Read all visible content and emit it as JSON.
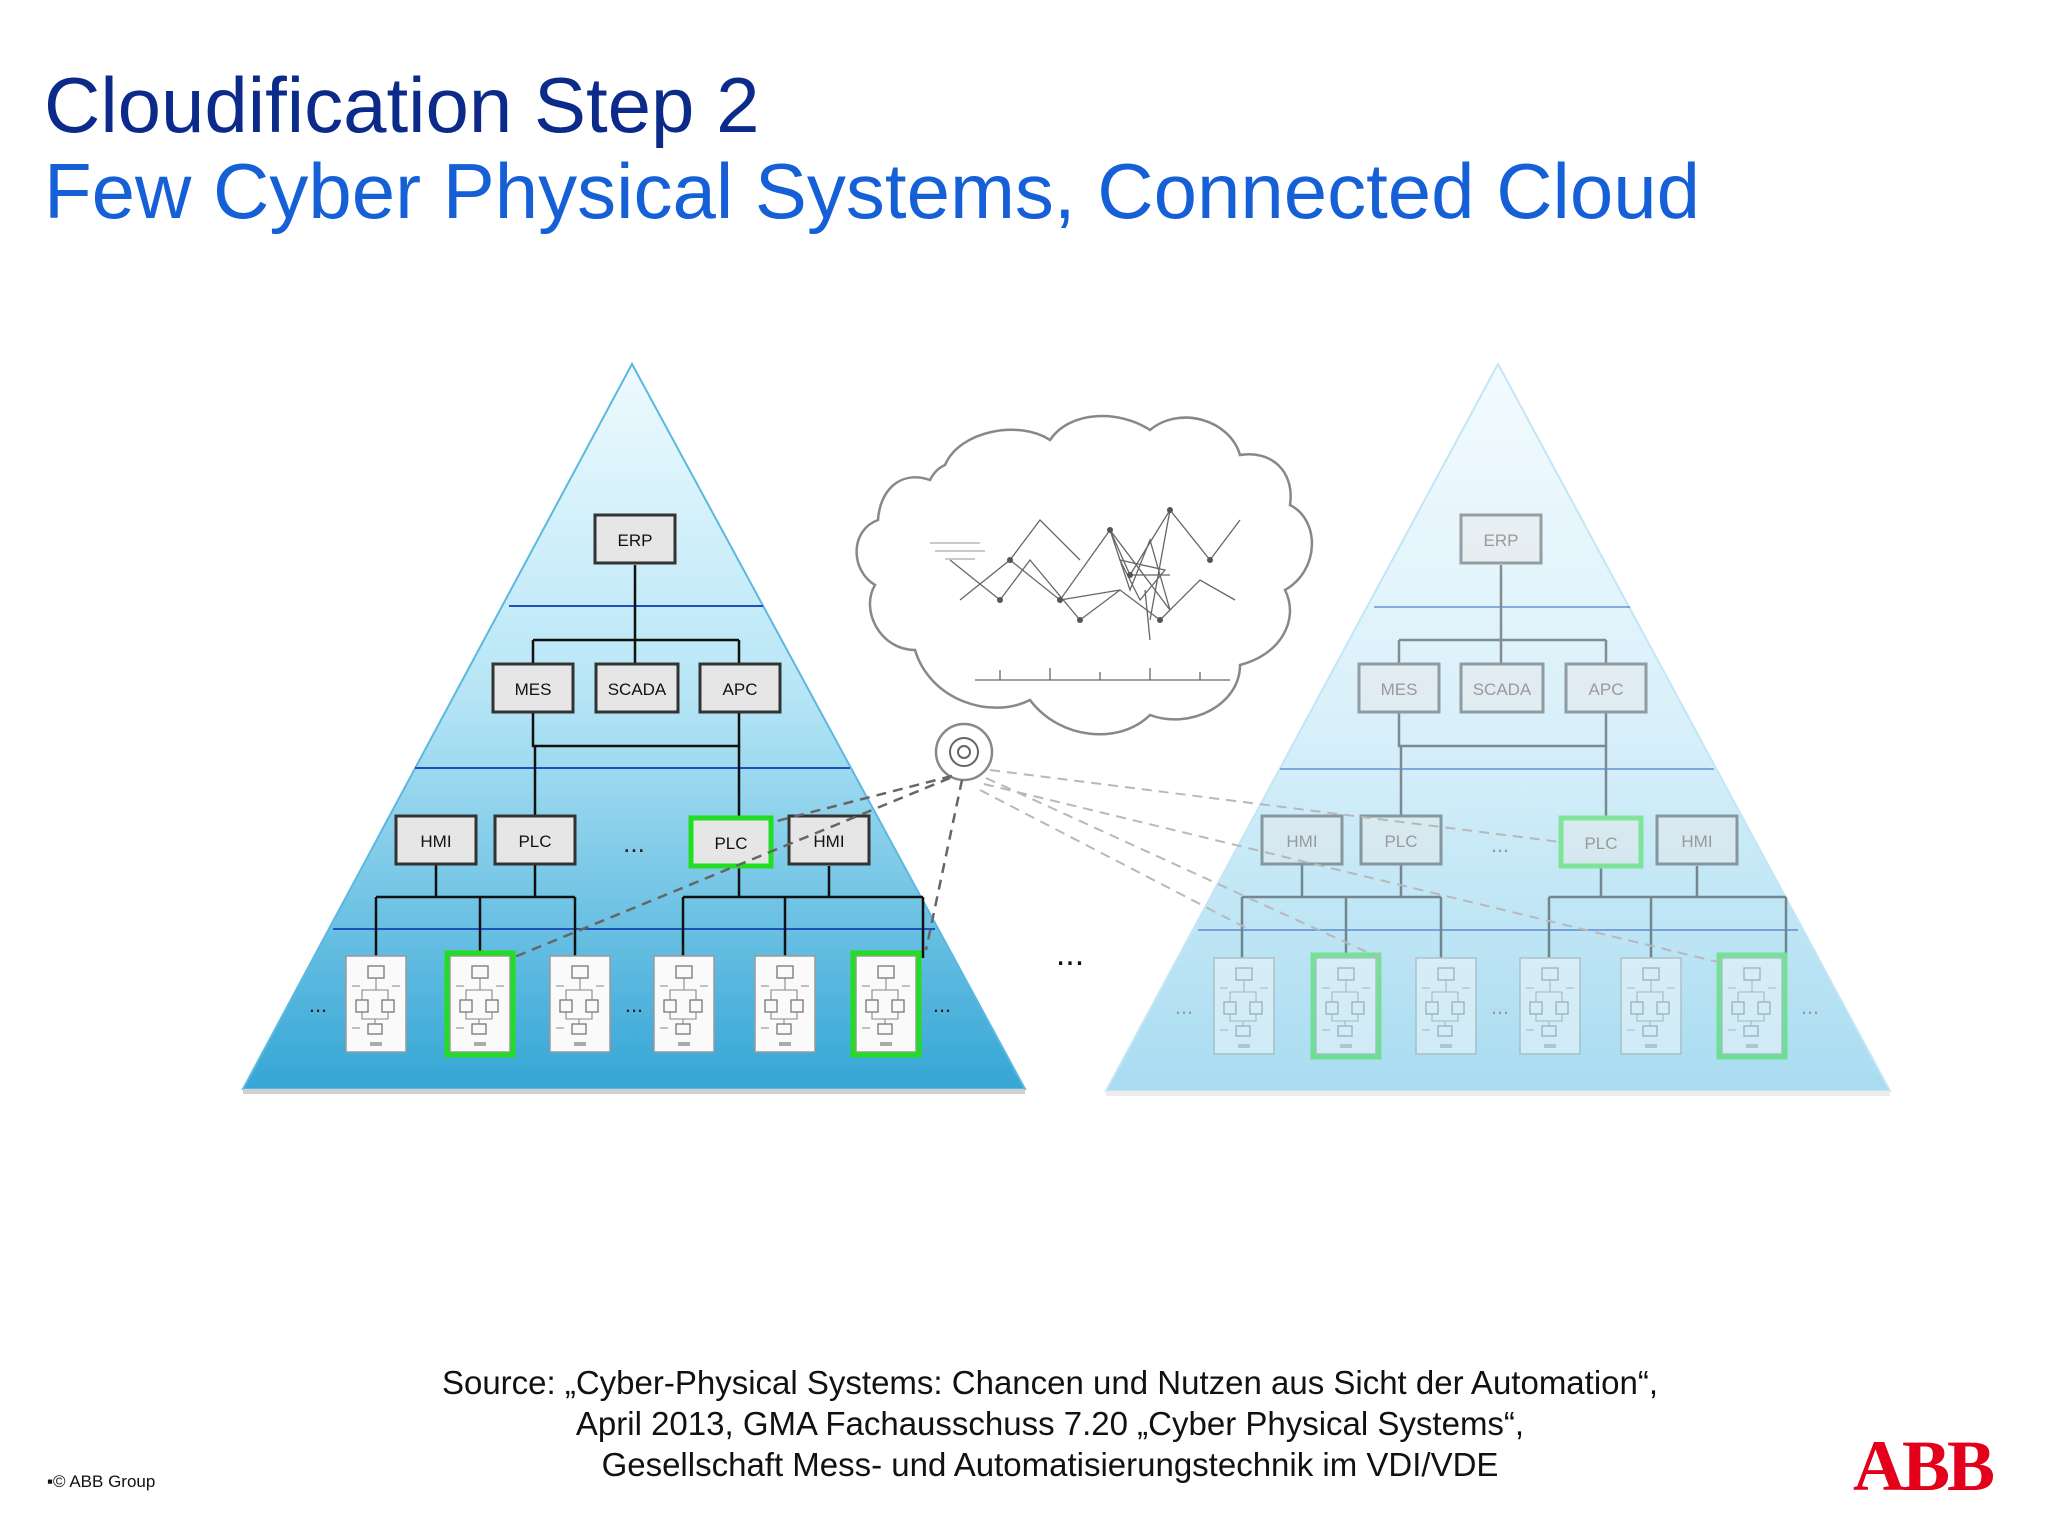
{
  "slide": {
    "title": "Cloudification Step 2",
    "subtitle": "Few Cyber Physical Systems, Connected Cloud"
  },
  "pyramid": {
    "erp": "ERP",
    "mes": "MES",
    "scada": "SCADA",
    "apc": "APC",
    "hmi": "HMI",
    "plc": "PLC",
    "ellipsis": "..."
  },
  "between_ellipsis": "...",
  "source": {
    "line1": "Source: „Cyber-Physical Systems: Chancen und Nutzen aus Sicht der Automation“,",
    "line2": "April 2013, GMA Fachausschuss 7.20 „Cyber Physical Systems“,",
    "line3": "Gesellschaft Mess- und Automatisierungstechnik im VDI/VDE"
  },
  "footer": {
    "copyright": "▪© ABB Group",
    "logo": "ABB"
  },
  "colors": {
    "title": "#0b2a8a",
    "subtitle": "#1560d6",
    "pyramid_top": "#e9f8fd",
    "pyramid_bottom": "#38a9d8",
    "level_line": "#1f4fb8",
    "highlight": "#22dd22",
    "logo": "#e4001b"
  }
}
